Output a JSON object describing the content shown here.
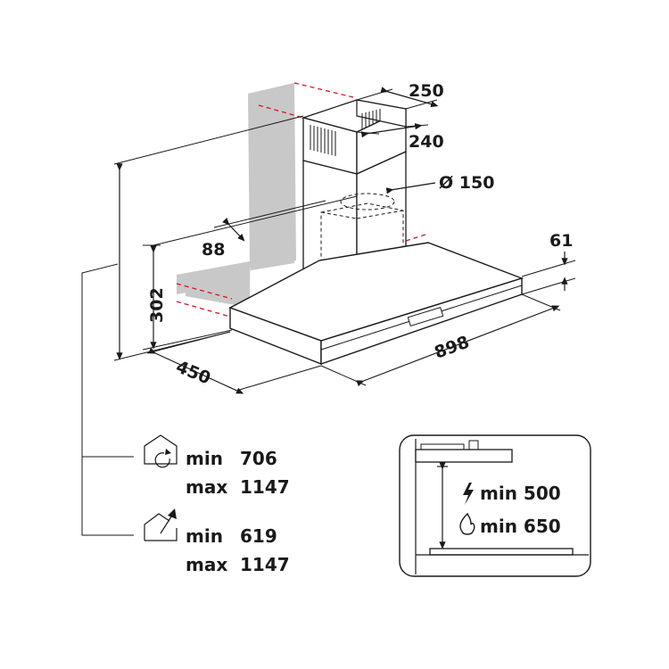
{
  "dimensions": {
    "chimney_depth": "250",
    "chimney_width": "240",
    "duct_diameter": "Ø 150",
    "duct_offset": "88",
    "canopy_thickness": "61",
    "canopy_depth": "302",
    "hood_depth": "450",
    "hood_width": "898"
  },
  "installation": {
    "recirculation": {
      "min_label": "min",
      "min_value": "706",
      "max_label": "max",
      "max_value": "1147"
    },
    "extraction": {
      "min_label": "min",
      "min_value": "619",
      "max_label": "max",
      "max_value": "1147"
    }
  },
  "clearance": {
    "electric": "min 500",
    "gas": "min 650"
  }
}
